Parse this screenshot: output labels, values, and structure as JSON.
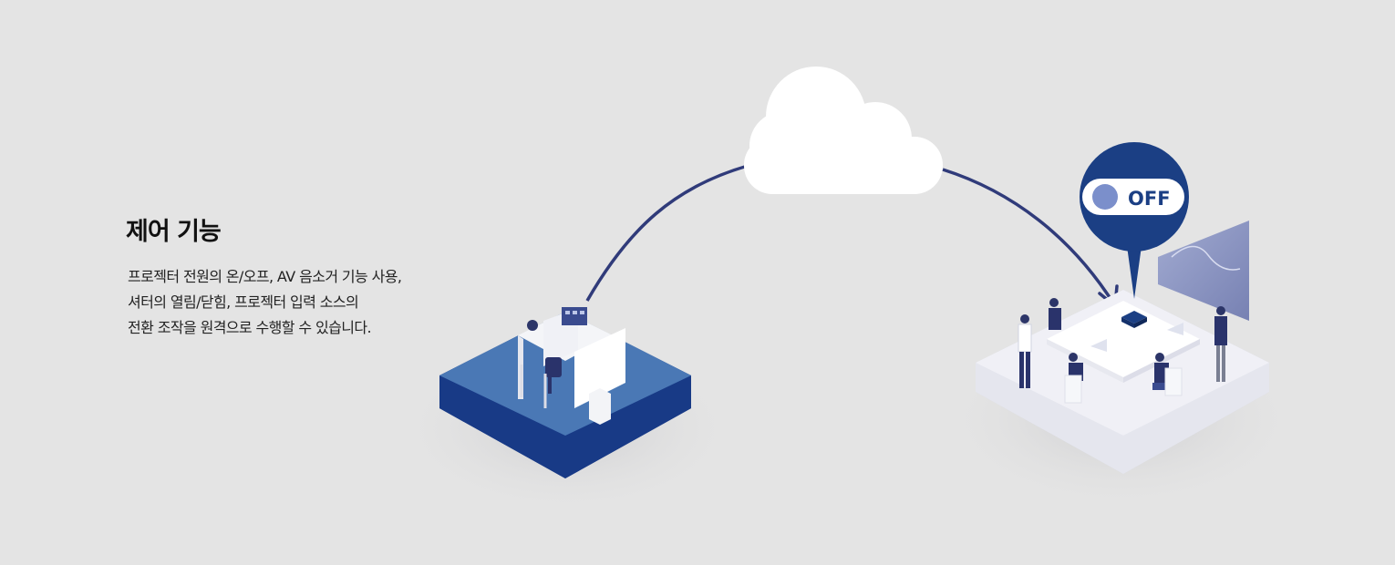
{
  "section": {
    "title": "제어 기능",
    "description_lines": [
      "프로젝터 전원의 온/오프, AV 음소거 기능 사용,",
      "셔터의 열림/닫힘, 프로젝터 입력 소스의",
      "전환 조작을 원격으로 수행할 수 있습니다."
    ]
  },
  "illustration": {
    "power_toggle_label": "OFF",
    "icons": [
      "cloud-icon",
      "office-desk-platform",
      "meeting-room-platform",
      "power-toggle-pin",
      "projector-device",
      "presentation-screen"
    ]
  },
  "colors": {
    "background": "#e4e4e4",
    "navy": "#1b3f84",
    "arc": "#303b7a",
    "desk_platform_top": "#4a78b5",
    "desk_platform_side": "#1c3f8c",
    "room_platform_top": "#f0f0f6",
    "toggle_knob": "#7b8fcb"
  }
}
